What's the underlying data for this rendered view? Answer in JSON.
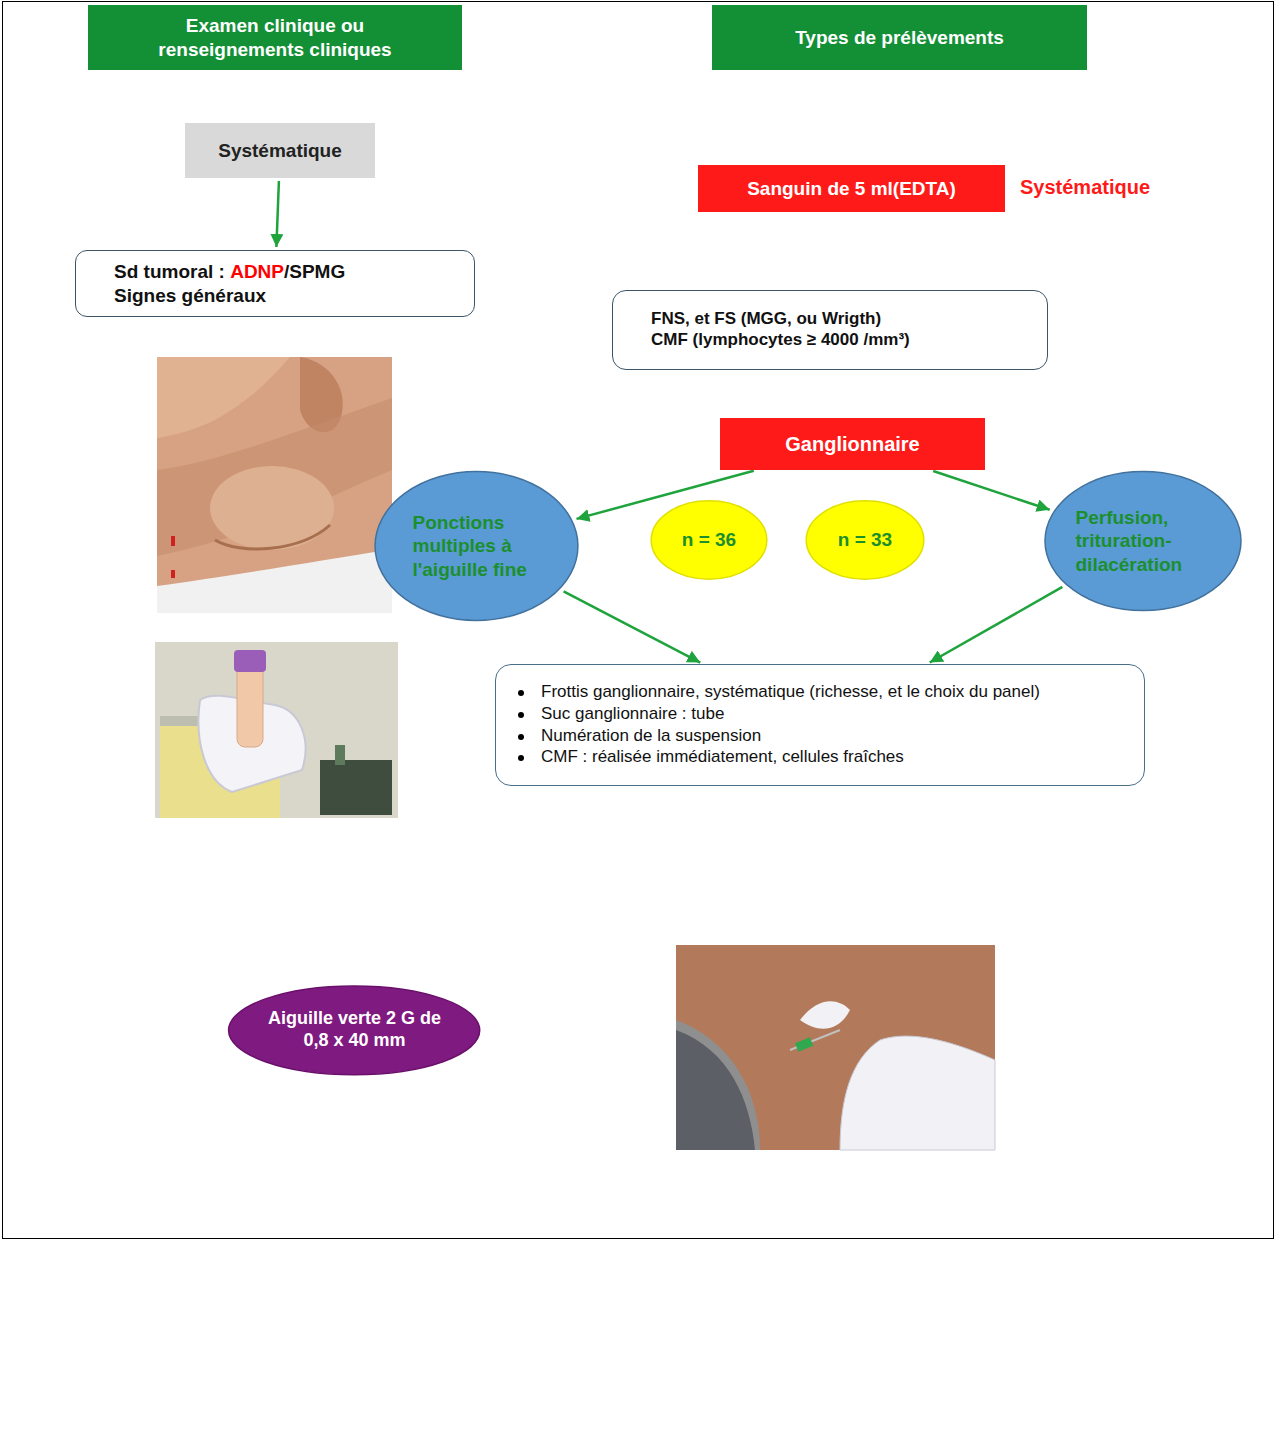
{
  "diagram": {
    "nodes": [
      {
        "text": [
          "Examen clinique ou renseignements cliniques"
        ]
      },
      {
        "text": [
          "Types de prélèvements"
        ]
      },
      {
        "text": [
          "Systématique"
        ]
      },
      {
        "text": [
          "Sd tumoral :",
          "ADNP",
          "/SPMG",
          "Signes généraux"
        ]
      },
      {
        "text": [
          "Sanguin de 5 ml(EDTA)"
        ]
      },
      {
        "text": [
          "FNS, et FS (MGG, ou Wrigth)",
          "CMF (lymphocytes ≥ 4000 /mm³)"
        ]
      },
      {
        "text": [
          "Ganglionnaire"
        ]
      },
      {
        "text": [
          "Ponctions multiples à l'aiguille fine"
        ]
      },
      {
        "text": [
          "n = 36"
        ]
      },
      {
        "text": [
          "n = 33"
        ]
      },
      {
        "text": [
          "Perfusion, trituration-dilacération"
        ]
      },
      {
        "text": [
          "Frottis ganglionnaire, systématique (richesse, et le choix du panel)",
          "Suc ganglionnaire : tube",
          "Numération de la suspension",
          "CMF : réalisée immédiatement, cellules fraîches"
        ]
      },
      {
        "text": [
          "Aiguille verte 2 G de 0,8 x 40 mm"
        ]
      }
    ],
    "edges": [
      {
        "from": 2,
        "to": 3,
        "arrow": "to"
      },
      {
        "from": 6,
        "to": 7,
        "arrow": "to"
      },
      {
        "from": 6,
        "to": 10,
        "arrow": "to"
      },
      {
        "from": 7,
        "to": 11,
        "arrow": "to"
      },
      {
        "from": 10,
        "to": 11,
        "arrow": "to"
      }
    ],
    "labels": [
      "Systématique"
    ]
  }
}
